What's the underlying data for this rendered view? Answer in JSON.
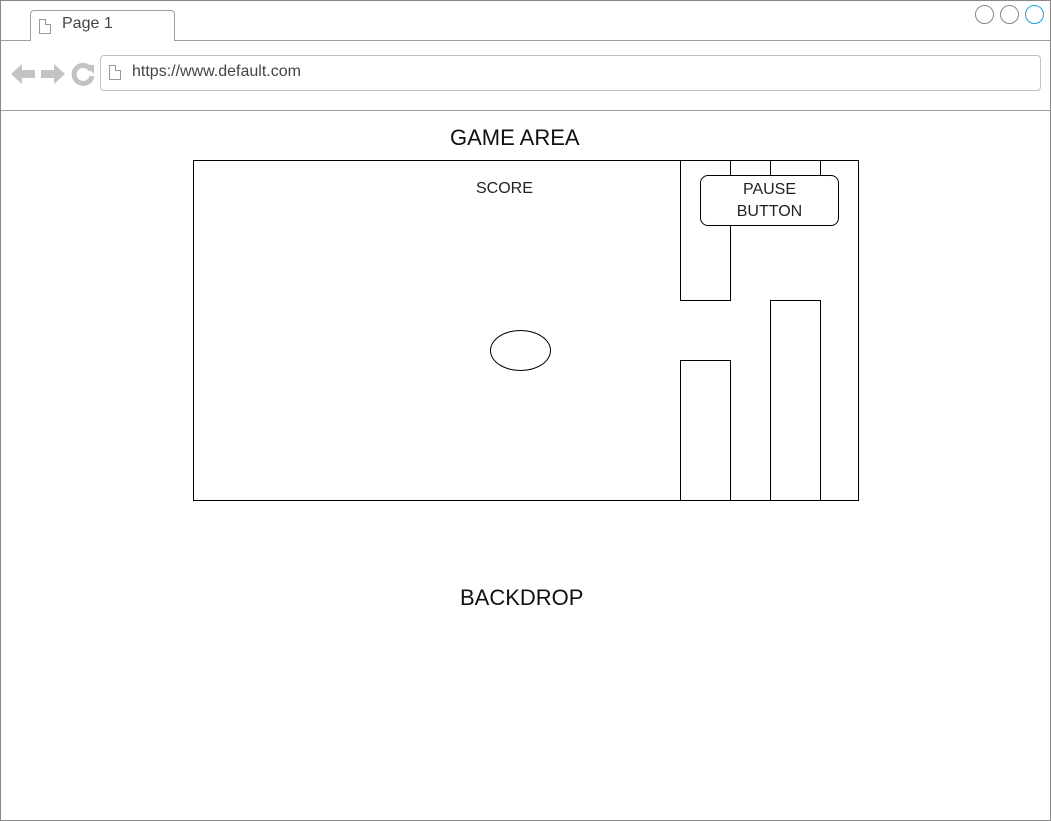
{
  "browser": {
    "tab_title": "Page 1",
    "url": "https://www.default.com",
    "nav_icons": [
      "back-arrow-icon",
      "forward-arrow-icon",
      "reload-icon"
    ],
    "window_buttons": [
      "minimize",
      "maximize",
      "close"
    ],
    "accent_color": "#1ba1e2"
  },
  "wireframe": {
    "game_area_label": "GAME AREA",
    "score_label": "SCORE",
    "pause_button_label": "PAUSE BUTTON",
    "backdrop_label": "BACKDROP"
  }
}
